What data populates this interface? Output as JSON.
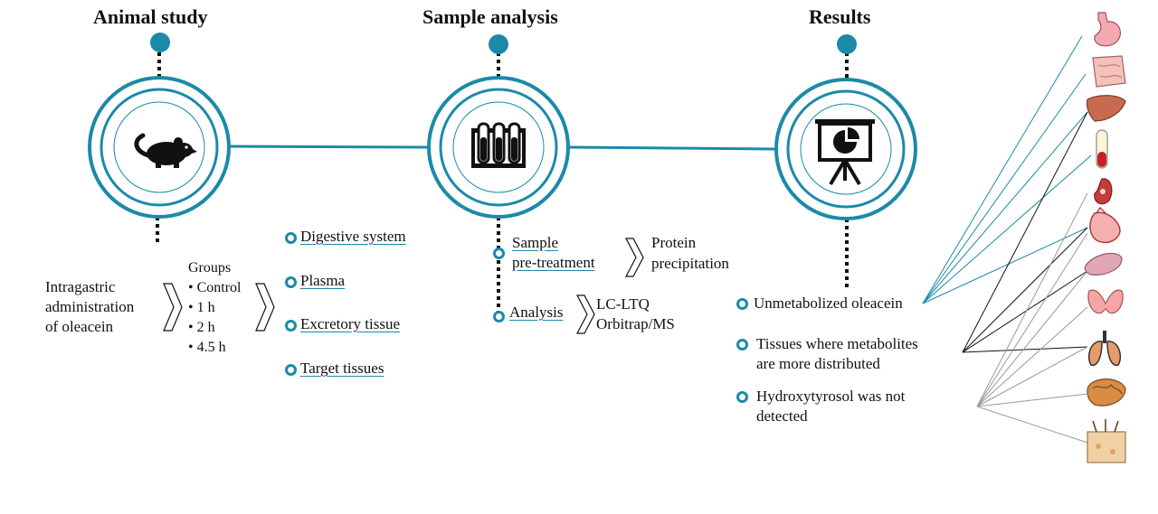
{
  "colors": {
    "accent": "#1b8aa8",
    "line_black": "#111111",
    "line_gray": "#9a9a9a"
  },
  "stages": [
    {
      "title": "Animal study",
      "icon": "rat-icon"
    },
    {
      "title": "Sample analysis",
      "icon": "test-tubes-icon"
    },
    {
      "title": "Results",
      "icon": "presentation-chart-icon"
    }
  ],
  "animal_study": {
    "administration": [
      "Intragastric",
      "administration",
      "of oleacein"
    ],
    "groups_title": "Groups",
    "groups": [
      "• Control",
      "• 1 h",
      "• 2 h",
      "• 4.5 h"
    ],
    "tissue_categories": [
      "Digestive system",
      "Plasma",
      "Excretory tissue",
      "Target tissues"
    ]
  },
  "sample_analysis": {
    "pretreatment": [
      "Sample",
      "pre-treatment"
    ],
    "pretreatment_result": [
      "Protein",
      "precipitation"
    ],
    "analysis": "Analysis",
    "analysis_result": [
      "LC-LTQ",
      "Orbitrap/MS"
    ]
  },
  "results": {
    "findings": [
      [
        "Unmetabolized oleacein"
      ],
      [
        "Tissues where metabolites",
        "are more distributed"
      ],
      [
        "Hydroxytyrosol was not",
        "detected"
      ]
    ]
  },
  "organs": [
    "stomach-icon",
    "intestine-icon",
    "liver-icon",
    "blood-tube-icon",
    "kidney-icon",
    "heart-icon",
    "spleen-icon",
    "thyroid-icon",
    "lungs-icon",
    "brain-icon",
    "skin-icon"
  ]
}
